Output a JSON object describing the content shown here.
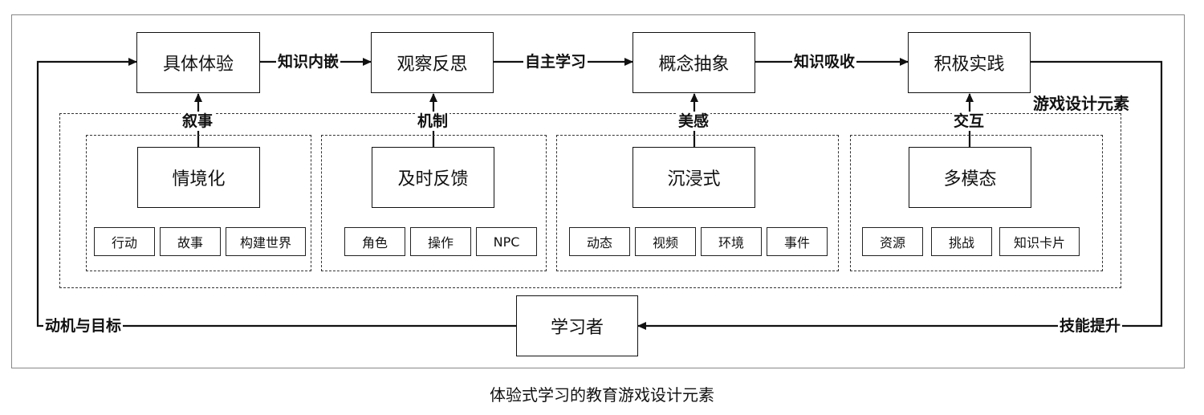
{
  "cycle": {
    "stages": [
      "具体体验",
      "观察反思",
      "概念抽象",
      "积极实践"
    ],
    "transitions": [
      "知识内嵌",
      "自主学习",
      "知识吸收"
    ]
  },
  "learner": {
    "label": "学习者",
    "left_arrow_label": "动机与目标",
    "right_arrow_label": "技能提升"
  },
  "elements_title": "游戏设计元素",
  "groups": [
    {
      "connector": "叙事",
      "main": "情境化",
      "items": [
        "行动",
        "故事",
        "构建世界"
      ]
    },
    {
      "connector": "机制",
      "main": "及时反馈",
      "items": [
        "角色",
        "操作",
        "NPC"
      ]
    },
    {
      "connector": "美感",
      "main": "沉浸式",
      "items": [
        "动态",
        "视频",
        "环境",
        "事件"
      ]
    },
    {
      "connector": "交互",
      "main": "多模态",
      "items": [
        "资源",
        "挑战",
        "知识卡片"
      ]
    }
  ],
  "caption": "体验式学习的教育游戏设计元素"
}
